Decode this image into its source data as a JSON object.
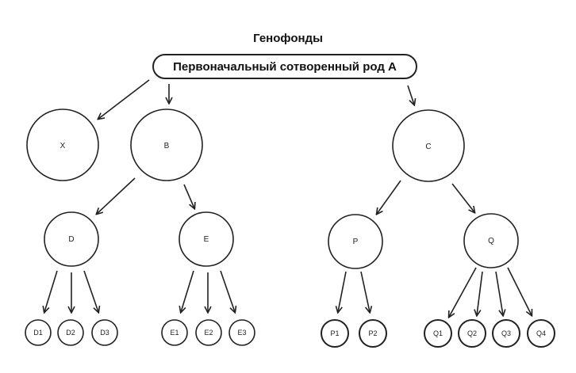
{
  "title": "Генофонды",
  "root": "Первоначальный сотворенный род А",
  "nodes": {
    "X": "X",
    "B": "B",
    "C": "C",
    "D": "D",
    "E": "E",
    "P": "P",
    "Q": "Q",
    "D1": "D1",
    "D2": "D2",
    "D3": "D3",
    "E1": "E1",
    "E2": "E2",
    "E3": "E3",
    "P1": "P1",
    "P2": "P2",
    "Q1": "Q1",
    "Q2": "Q2",
    "Q3": "Q3",
    "Q4": "Q4"
  }
}
